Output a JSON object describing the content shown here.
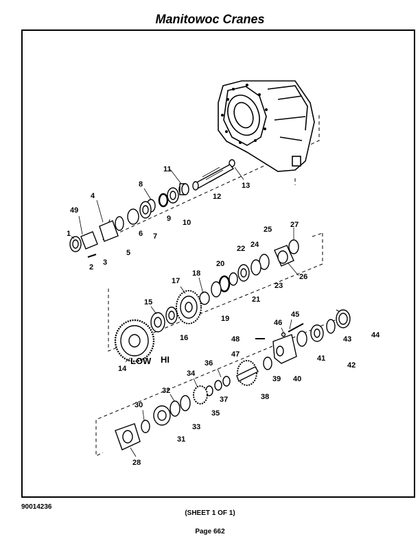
{
  "header": {
    "title": "Manitowoc Cranes"
  },
  "footer": {
    "drawing_number": "90014236",
    "sheet": "(SHEET 1 OF 1)",
    "page": "Page 662"
  },
  "diagram": {
    "range_labels": {
      "low": "LOW",
      "high": "HI"
    },
    "callouts": [
      "1",
      "2",
      "3",
      "4",
      "5",
      "6",
      "7",
      "8",
      "9",
      "10",
      "11",
      "12",
      "13",
      "14",
      "15",
      "16",
      "17",
      "18",
      "19",
      "20",
      "21",
      "22",
      "23",
      "24",
      "25",
      "26",
      "27",
      "28",
      "30",
      "31",
      "32",
      "33",
      "34",
      "35",
      "36",
      "37",
      "38",
      "39",
      "40",
      "41",
      "42",
      "43",
      "44",
      "45",
      "46",
      "47",
      "48",
      "49"
    ]
  }
}
